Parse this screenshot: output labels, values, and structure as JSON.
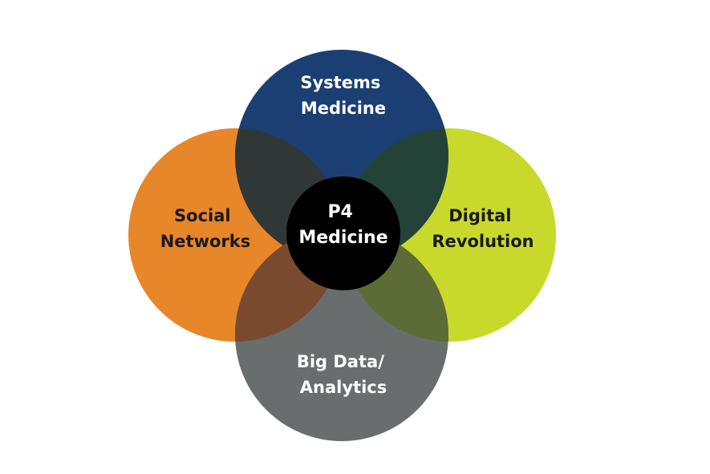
{
  "diagram": {
    "center": {
      "line1": "P4",
      "line2": "Medicine",
      "color": "#000000",
      "text_color": "#ffffff"
    },
    "top": {
      "line1": "Systems",
      "line2": "Medicine",
      "color": "#1b3f72",
      "text_color": "#ffffff"
    },
    "left": {
      "line1": "Social",
      "line2": "Networks",
      "color": "#e8862a",
      "text_color": "#1a1a1a"
    },
    "right": {
      "line1": "Digital",
      "line2": "Revolution",
      "color": "#c8d92c",
      "text_color": "#1a1a1a"
    },
    "bottom": {
      "line1": "Big Data/",
      "line2": "Analytics",
      "color": "#6a6d6e",
      "text_color": "#ffffff"
    },
    "overlaps": {
      "top_left": "#2f3836",
      "top_right": "#234238",
      "bottom_left": "#7a4a30",
      "bottom_right": "#5d6b36"
    }
  }
}
